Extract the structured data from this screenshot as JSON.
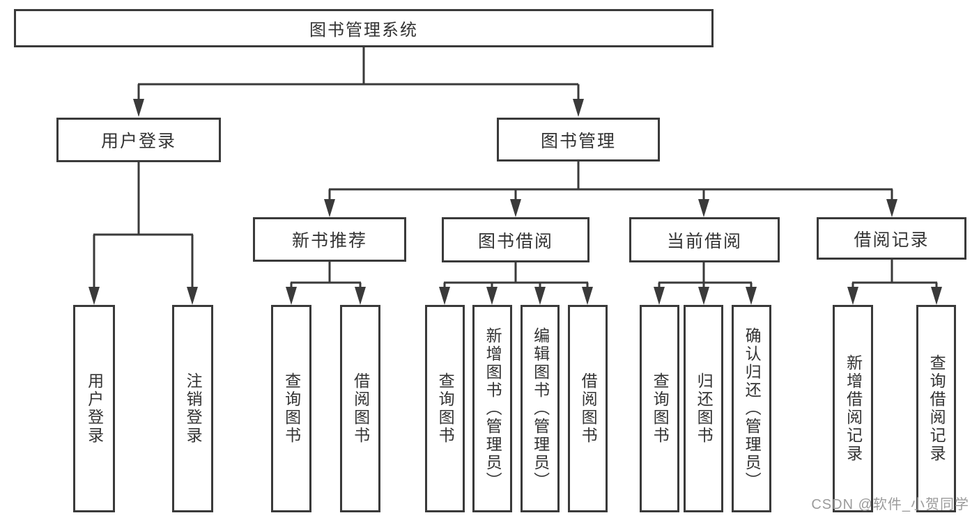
{
  "colors": {
    "line": "#3a3a3a",
    "box_border": "#3a3a3a",
    "text": "#333333",
    "background": "#ffffff",
    "watermark": "#9b9b9b"
  },
  "tree": {
    "root": {
      "label": "图书管理系统"
    },
    "level2": [
      {
        "label": "用户登录",
        "children": [
          {
            "label": "用户登录"
          },
          {
            "label": "注销登录"
          }
        ]
      },
      {
        "label": "图书管理",
        "children": [
          {
            "label": "新书推荐",
            "children": [
              {
                "label": "查询图书"
              },
              {
                "label": "借阅图书"
              }
            ]
          },
          {
            "label": "图书借阅",
            "children": [
              {
                "label": "查询图书"
              },
              {
                "label": "新增图书（管理员）"
              },
              {
                "label": "编辑图书（管理员）"
              },
              {
                "label": "借阅图书"
              }
            ]
          },
          {
            "label": "当前借阅",
            "children": [
              {
                "label": "查询图书"
              },
              {
                "label": "归还图书"
              },
              {
                "label": "确认归还（管理员）"
              }
            ]
          },
          {
            "label": "借阅记录",
            "children": [
              {
                "label": "新增借阅记录"
              },
              {
                "label": "查询借阅记录"
              }
            ]
          }
        ]
      }
    ]
  },
  "watermark": {
    "text": "CSDN @软件_小贺同学"
  }
}
